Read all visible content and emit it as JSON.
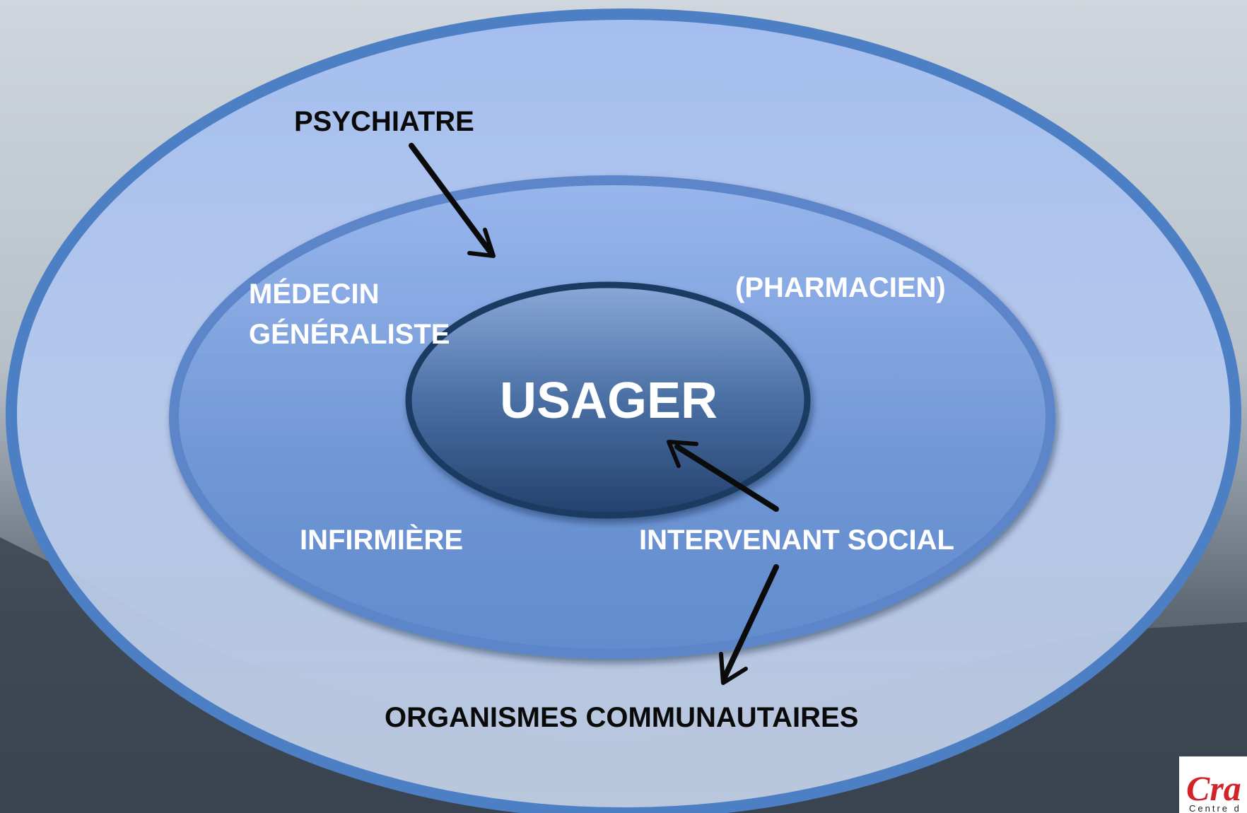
{
  "diagram": {
    "center": "USAGER",
    "inner_ring": [
      "MÉDECIN",
      "GÉNÉRALISTE",
      "(PHARMACIEN)",
      "INFIRMIÈRE",
      "INTERVENANT SOCIAL"
    ],
    "outer_ring": [
      "PSYCHIATRE",
      "ORGANISMES COMMUNAUTAIRES"
    ]
  },
  "logo": {
    "text": "Cra",
    "subtext": "Centre d"
  },
  "colors": {
    "outer_fill": "#a9c2ef",
    "outer_border": "#4d7fc4",
    "middle_fill": "#8fb0ea",
    "middle_border": "#5b86c9",
    "center_top": "#8aa8d8",
    "center_bottom": "#23416d",
    "center_border": "#1f3b63",
    "logo_red": "#d2232a",
    "background_light": "#d7dde3",
    "background_dark": "#39434f"
  }
}
